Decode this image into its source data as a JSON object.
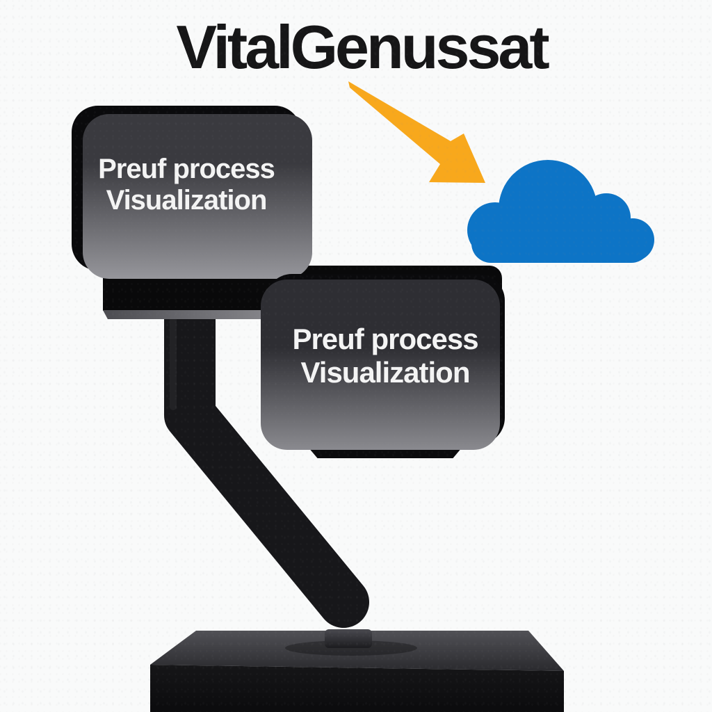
{
  "illustration": {
    "title": "VitalGenussat",
    "panels": [
      {
        "line1": "Preuf process",
        "line2": "Visualization"
      },
      {
        "line1": "Preuf process",
        "line2": "Visualization"
      }
    ],
    "icons": [
      "arrow-down-right-icon",
      "cloud-icon"
    ],
    "objects": [
      "monitor-arm",
      "arm-crossbar",
      "arm-pivot",
      "pedestal-base"
    ]
  },
  "colors": {
    "bg": "#f9fafa",
    "panel": "#0a0a0c",
    "panel-text": "#f4f4f4",
    "title-ink": "#161617",
    "arrow": "#f8a81c",
    "cloud": "#0d74c6",
    "arm": "#17171a",
    "crossbar": "#09090a",
    "bevel-dark": "#4c4c51",
    "bevel-light": "#8f8f94",
    "pedestal-top-light": "#515156",
    "pedestal-top-dark": "#2a2a2e",
    "pedestal-front": "#111113",
    "pivot": "#35353a",
    "extrude-dark": "#3a3a3f",
    "extrude-light": "#96969b"
  }
}
